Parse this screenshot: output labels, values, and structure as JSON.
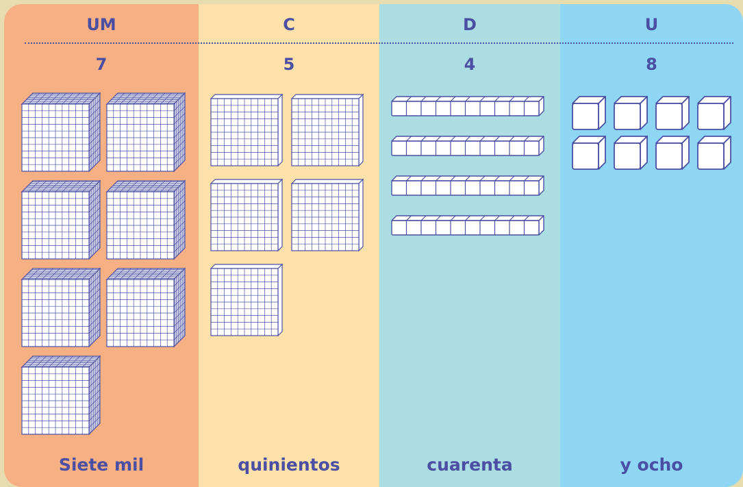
{
  "colors": {
    "unidades_de_mil": "#f7b083",
    "centenas": "#fde1aa",
    "decenas": "#acdde2",
    "unidades": "#8fd6f5",
    "text": "#4a4fa3",
    "block_stroke": "#4a4fa3",
    "block_fill": "#ffffff"
  },
  "columns": [
    {
      "header": "UM",
      "digit": "7",
      "word": "Siete mil",
      "block_type": "cube",
      "count": 7
    },
    {
      "header": "C",
      "digit": "5",
      "word": "quinientos",
      "block_type": "flat",
      "count": 5
    },
    {
      "header": "D",
      "digit": "4",
      "word": "cuarenta",
      "block_type": "rod",
      "count": 4
    },
    {
      "header": "U",
      "digit": "8",
      "word": "y ocho",
      "block_type": "unit",
      "count": 8
    }
  ]
}
